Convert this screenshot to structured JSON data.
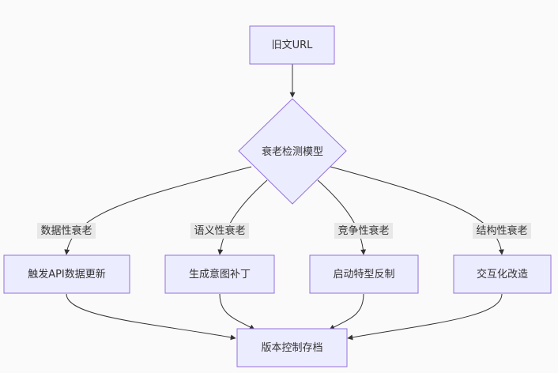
{
  "colors": {
    "node_fill": "#ececff",
    "node_stroke": "#9370db",
    "edge": "#333333",
    "label_bg": "#e8e8e8"
  },
  "nodes": {
    "start": "旧文URL",
    "decision": "衰老检测模型",
    "api": "触发API数据更新",
    "patch": "生成意图补丁",
    "reverse": "启动特型反制",
    "interact": "交互化改造",
    "archive": "版本控制存档"
  },
  "edge_labels": {
    "data_decay": "数据性衰老",
    "semantic_decay": "语义性衰老",
    "competitive_decay": "竞争性衰老",
    "structural_decay": "结构性衰老"
  }
}
